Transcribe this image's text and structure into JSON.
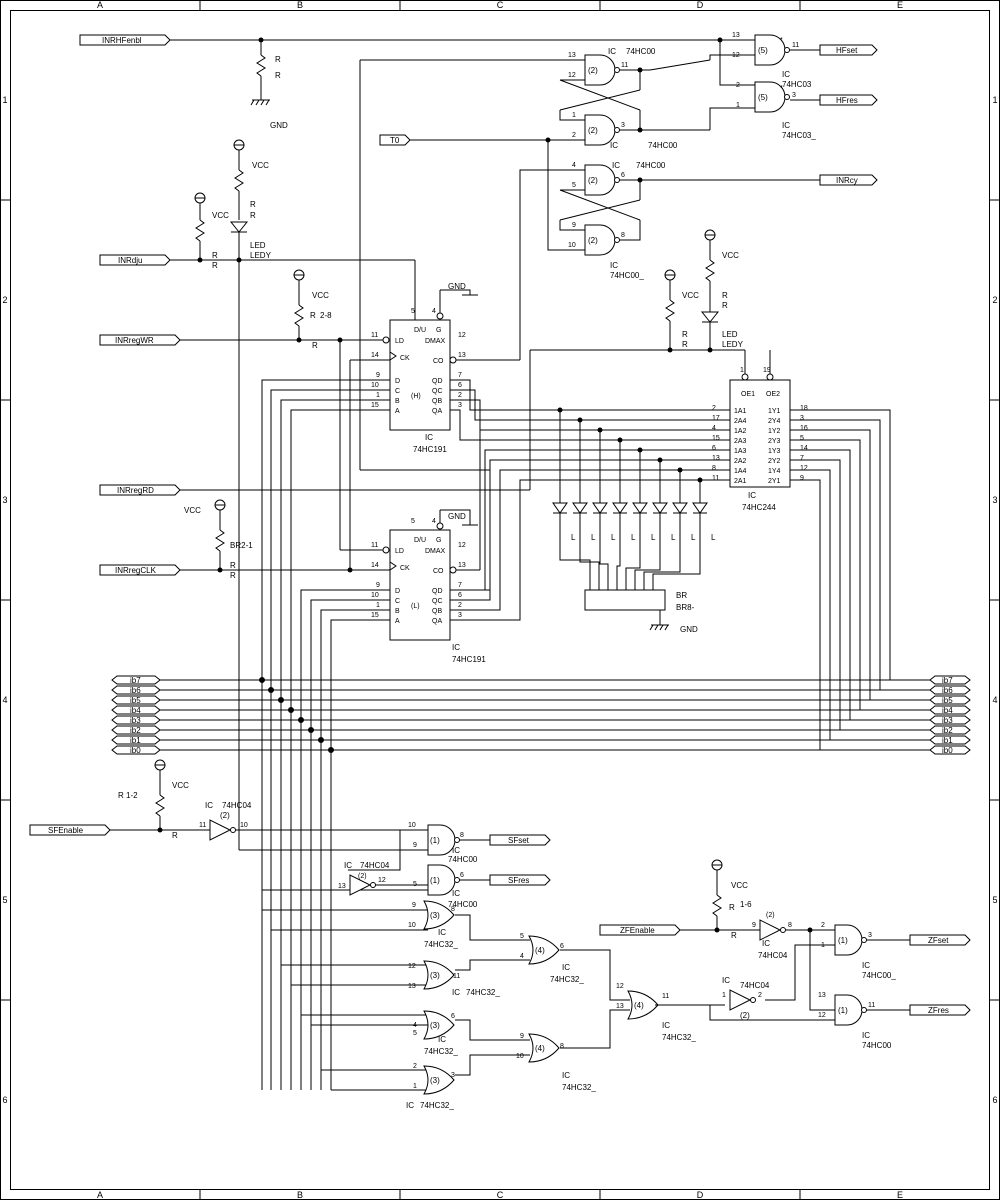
{
  "frame": {
    "columns": [
      "A",
      "B",
      "C",
      "D",
      "E"
    ],
    "rows": [
      "1",
      "2",
      "3",
      "4",
      "5",
      "6"
    ]
  },
  "ports": {
    "inrhfenbl": "INRHFenbl",
    "t0": "T0",
    "inrdju": "INRdju",
    "inrregwr": "INRregWR",
    "inrregrd": "INRregRD",
    "inrregclk": "INRregCLK",
    "sfenable": "SFEnable",
    "zfenable": "ZFEnable",
    "hfset": "HFset",
    "hfres": "HFres",
    "inrcy": "INRcy",
    "sfset": "SFset",
    "sfres": "SFres",
    "zfset": "ZFset",
    "zfres": "ZFres"
  },
  "bus": {
    "left": [
      "ib7",
      "ib6",
      "ib5",
      "ib4",
      "ib3",
      "ib2",
      "ib1",
      "ib0"
    ],
    "right": [
      "ib7",
      "ib6",
      "ib5",
      "ib4",
      "ib3",
      "ib2",
      "ib1",
      "ib0"
    ]
  },
  "power": {
    "vcc": "VCC",
    "gnd": "GND"
  },
  "parts": {
    "r_label": "R",
    "led": "LED",
    "ledy": "LEDY",
    "ic": "IC",
    "ic_74hc00": "74HC00",
    "ic_74hc00u": "74HC00_",
    "ic_74hc03": "74HC03",
    "ic_74hc03u": "74HC03_",
    "ic_74hc191": "74HC191",
    "ic_74hc244": "74HC244",
    "ic_74hc32u": "74HC32_",
    "ic_74hc04": "74HC04",
    "r28": "2-8",
    "br21": "BR2-1",
    "r12": "R 1-2",
    "r16": "1-6",
    "br": "BR",
    "br8": "BR8-",
    "l": "L",
    "h_sec": "(H)",
    "l_sec": "(L)"
  },
  "counter_pins": {
    "ld": "LD",
    "ck": "CK",
    "du": "D/U",
    "g": "G",
    "dmax": "DMAX",
    "co": "CO",
    "d": "D",
    "c": "C",
    "b": "B",
    "a": "A",
    "qd": "QD",
    "qc": "QC",
    "qb": "QB",
    "qa": "QA"
  },
  "buffer_pins": {
    "oe1": "OE1",
    "oe2": "OE2",
    "in": [
      "1A1",
      "2A4",
      "1A2",
      "2A3",
      "1A3",
      "2A2",
      "1A4",
      "2A1"
    ],
    "out": [
      "1Y1",
      "2Y4",
      "1Y2",
      "2Y3",
      "1Y3",
      "2Y2",
      "1Y4",
      "2Y1"
    ],
    "in_nums": [
      "2",
      "17",
      "4",
      "15",
      "6",
      "13",
      "8",
      "11"
    ],
    "out_nums": [
      "18",
      "3",
      "16",
      "5",
      "14",
      "7",
      "12",
      "9"
    ]
  }
}
